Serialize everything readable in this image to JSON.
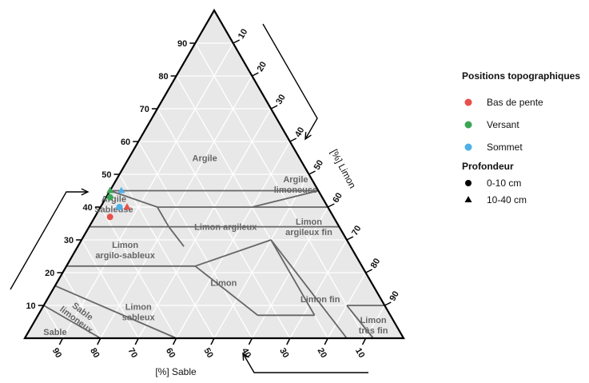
{
  "chart_data": {
    "type": "scatter",
    "subtype": "ternary-soil-texture",
    "axes": {
      "sand": {
        "label": "[%] Sable",
        "ticks": [
          90,
          80,
          70,
          60,
          50,
          40,
          30,
          20,
          10
        ]
      },
      "silt": {
        "label": "[%] Limon",
        "ticks": [
          10,
          20,
          30,
          40,
          50,
          60,
          70,
          80,
          90
        ]
      },
      "clay": {
        "ticks": [
          10,
          20,
          30,
          40,
          50,
          60,
          70,
          80,
          90
        ]
      },
      "range": [
        0,
        100
      ]
    },
    "grid": true,
    "regions": [
      {
        "id": "argile",
        "lines": [
          "Argile"
        ],
        "sand": 25,
        "silt": 20,
        "clay": 55
      },
      {
        "id": "argile-sableuse",
        "lines": [
          "Argile",
          "Sableuse"
        ],
        "sand": 56,
        "silt": 3,
        "clay": 41
      },
      {
        "id": "argile-limoneuse",
        "lines": [
          "Argile",
          "limoneuse"
        ],
        "sand": 5,
        "silt": 48,
        "clay": 47
      },
      {
        "id": "limon-argileux",
        "lines": [
          "Limon argileux"
        ],
        "sand": 30,
        "silt": 36,
        "clay": 34
      },
      {
        "id": "limon-argileux-fin",
        "lines": [
          "Limon",
          "argileux fin"
        ],
        "sand": 8,
        "silt": 58,
        "clay": 34
      },
      {
        "id": "limon-argilo-sableux",
        "lines": [
          "Limon",
          "argilo-sableux"
        ],
        "sand": 60,
        "silt": 13,
        "clay": 27
      },
      {
        "id": "limon",
        "lines": [
          "Limon"
        ],
        "sand": 39,
        "silt": 44,
        "clay": 17
      },
      {
        "id": "limon-fin",
        "lines": [
          "Limon fin"
        ],
        "sand": 16,
        "silt": 72,
        "clay": 12
      },
      {
        "id": "limon-sableux",
        "lines": [
          "Limon",
          "sableux"
        ],
        "sand": 66,
        "silt": 26,
        "clay": 8
      },
      {
        "id": "limon-tres-fin",
        "lines": [
          "Limon",
          "très fin"
        ],
        "sand": 6,
        "silt": 90,
        "clay": 4
      },
      {
        "id": "sable",
        "lines": [
          "Sable"
        ],
        "sand": 91,
        "silt": 7,
        "clay": 2
      }
    ],
    "rotated_region": {
      "id": "sable-limoneux",
      "lines": [
        "Sable",
        "limoneux"
      ],
      "sand": 82,
      "silt": 11,
      "clay": 7
    },
    "series": [
      {
        "name": "Bas de pente",
        "color": "#e8504a",
        "depth": "0-10 cm",
        "marker": "circle",
        "sand": 59,
        "silt": 4,
        "clay": 37
      },
      {
        "name": "Bas de pente",
        "color": "#e8504a",
        "depth": "10-40 cm",
        "marker": "triangle",
        "sand": 53,
        "silt": 7,
        "clay": 40
      },
      {
        "name": "Versant",
        "color": "#3aa655",
        "depth": "0-10 cm",
        "marker": "circle",
        "sand": 56,
        "silt": 1,
        "clay": 43
      },
      {
        "name": "Versant",
        "color": "#3aa655",
        "depth": "10-40 cm",
        "marker": "triangle",
        "sand": 55,
        "silt": 0,
        "clay": 45
      },
      {
        "name": "Sommet",
        "color": "#4db0e6",
        "depth": "0-10 cm",
        "marker": "circle",
        "sand": 55,
        "silt": 5,
        "clay": 40
      },
      {
        "name": "Sommet",
        "color": "#4db0e6",
        "depth": "10-40 cm",
        "marker": "triangle",
        "sand": 52,
        "silt": 3,
        "clay": 45
      }
    ],
    "legend": {
      "placement": "right",
      "color_title": "Positions topographiques",
      "color_items": [
        {
          "label": "Bas de pente",
          "color": "#e8504a"
        },
        {
          "label": "Versant",
          "color": "#3aa655"
        },
        {
          "label": "Sommet",
          "color": "#4db0e6"
        }
      ],
      "shape_title": "Profondeur",
      "shape_items": [
        {
          "label": "0-10 cm",
          "marker": "circle"
        },
        {
          "label": "10-40 cm",
          "marker": "triangle"
        }
      ]
    },
    "colors": {
      "background": "#e8e8e8",
      "grid": "#ffffff",
      "boundary": "#666666",
      "frame": "#000000"
    }
  }
}
